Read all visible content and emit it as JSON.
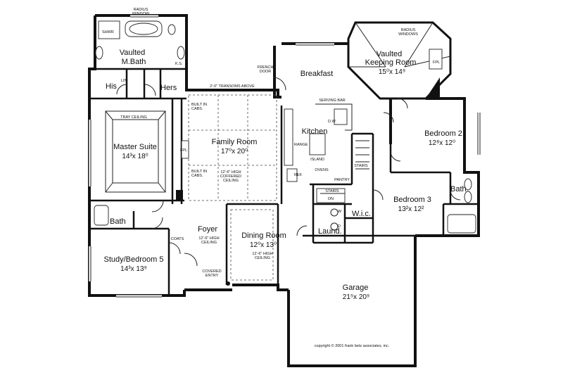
{
  "rooms": {
    "vaulted_mbath": {
      "line1": "Vaulted",
      "line2": "M.Bath"
    },
    "his": "His",
    "hers": "Hers",
    "master_suite": {
      "name": "Master Suite",
      "dim": "14³x 18⁰"
    },
    "family_room": {
      "name": "Family Room",
      "dim": "17⁰x 20⁰"
    },
    "breakfast": "Breakfast",
    "keeping_room": {
      "line1": "Vaulted",
      "line2": "Keeping Room",
      "dim": "15⁰x 14⁹"
    },
    "kitchen": "Kitchen",
    "bedroom2": {
      "name": "Bedroom 2",
      "dim": "12⁸x 12⁰"
    },
    "bedroom3": {
      "name": "Bedroom 3",
      "dim": "13²x 12²"
    },
    "bath_right": "Bath",
    "bath_left": "Bath",
    "wic": "W.i.c.",
    "laund": "Laund.",
    "foyer": "Foyer",
    "dining_room": {
      "name": "Dining Room",
      "dim": "12⁰x 13⁰"
    },
    "study": {
      "name": "Study/Bedroom 5",
      "dim": "14³x 13⁹"
    },
    "garage": {
      "name": "Garage",
      "dim": "21⁵x 20⁹"
    }
  },
  "notes": {
    "radius_window_top": {
      "l1": "RADIUS",
      "l2": "WINDOW"
    },
    "radius_windows": {
      "l1": "RADIUS",
      "l2": "WINDOWS"
    },
    "shwr": "SHWR",
    "ks": "K.S.",
    "lin": "LIN",
    "transoms": "2'-0\" TRANSOMS ABOVE",
    "french_door": {
      "l1": "FRENCH",
      "l2": "DOOR"
    },
    "tray_ceiling": "TRAY CEILING",
    "built_in_cabs_top": {
      "l1": "BUILT IN",
      "l2": "CABS."
    },
    "built_in_cabs_bot": {
      "l1": "BUILT IN",
      "l2": "CABS."
    },
    "fpl_family": "FPL",
    "fpl_keeping": "FPL",
    "coffered": {
      "l1": "12'-6\" HIGH",
      "l2": "COFFERED",
      "l3": "CEILING"
    },
    "serving_bar": "SERVING BAR",
    "dw": "D.W.",
    "range": "RANGE",
    "island": "ISLAND",
    "ovens": "OVENS",
    "ref": "REF.",
    "pantry": "PANTRY",
    "stairs_up": "STAIRS",
    "stairs_dn": {
      "l1": "STAIRS",
      "l2": "DN"
    },
    "w": "W",
    "d": "D",
    "coats": "COATS",
    "foyer_ceiling": {
      "l1": "12'-6\" HIGH",
      "l2": "CEILING"
    },
    "dining_ceiling": {
      "l1": "12'-6\" HIGH",
      "l2": "CEILING"
    },
    "covered_entry": {
      "l1": "COVERED",
      "l2": "ENTRY"
    },
    "copyright": "copyright © 2001 frank betz associates, inc."
  }
}
